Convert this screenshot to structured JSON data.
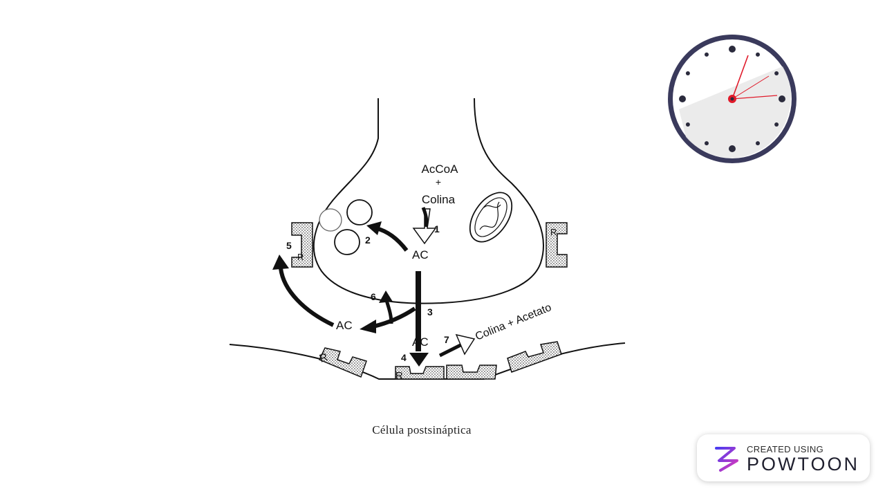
{
  "diagram": {
    "precursor_top": "AcCoA",
    "precursor_plus": "+",
    "precursor_bottom": "Colina",
    "ac_label": "AC",
    "products_label": "Colina + Acetato",
    "receptor_label": "R",
    "step_numbers": [
      "1",
      "2",
      "3",
      "4",
      "5",
      "6",
      "7"
    ],
    "caption": "Célula postsináptica"
  },
  "badge": {
    "line1": "CREATED USING",
    "line2": "POWTOON"
  },
  "colors": {
    "clock_ring": "#3a3a5c",
    "clock_hand": "#e01a2a",
    "badge_logo_start": "#4a3cf0",
    "badge_logo_end": "#e23ab8"
  }
}
